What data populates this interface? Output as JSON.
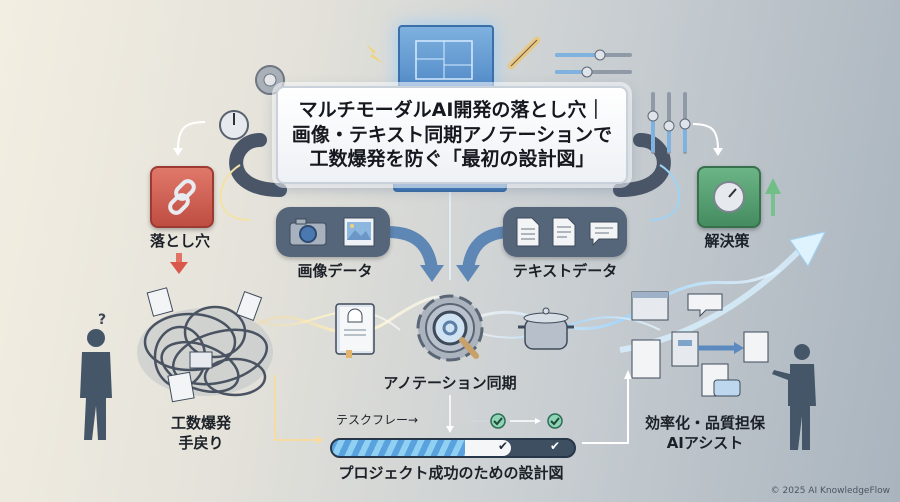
{
  "title": {
    "line1": "マルチモーダルAI開発の落とし穴｜",
    "line2": "画像・テキスト同期アノテーションで",
    "line3": "工数爆発を防ぐ「最初の設計図」"
  },
  "left": {
    "pitfall_label": "落とし穴",
    "pitfall_icon": "broken-chain-icon",
    "pitfall_color": "#c9574b",
    "outcome_line1": "工数爆発",
    "outcome_line2": "手戻り"
  },
  "right": {
    "solution_label": "解決策",
    "solution_icon": "dial-knob-icon",
    "solution_color": "#4e9a6c",
    "outcome_line1": "効率化・品質担保",
    "outcome_line2": "AIアシスト"
  },
  "inputs": {
    "image_data_label": "画像データ",
    "image_icons": [
      "camera-icon",
      "picture-icon"
    ],
    "text_data_label": "テキストデータ",
    "text_icons": [
      "document-icon",
      "document-icon",
      "chat-bubble-icon"
    ]
  },
  "center": {
    "sync_label": "アノテーション同期",
    "icons": [
      "recipe-book-icon",
      "gear-magnifier-icon",
      "cooking-pot-icon"
    ]
  },
  "progress": {
    "task_flow_label": "テスクフレー→",
    "bar_caption": "プロジェクト成功のための設計図",
    "fill_percent": 55,
    "checks": 2
  },
  "colors": {
    "accent_blue": "#4f88c6",
    "panel": "#55657a",
    "text": "#1c2128"
  },
  "footer": {
    "copyright": "© 2025 AI KnowledgeFlow"
  }
}
